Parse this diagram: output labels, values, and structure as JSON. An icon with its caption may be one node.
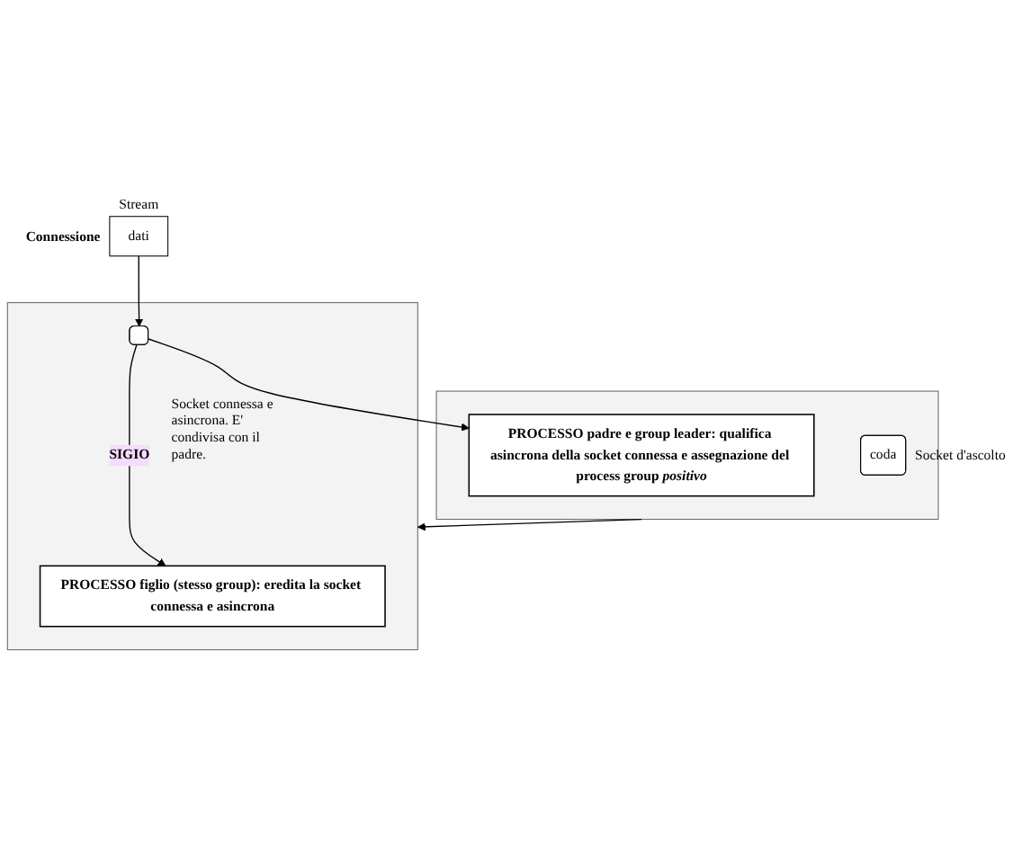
{
  "diagram": {
    "nodes": [
      {
        "text": [],
        "shape": "box"
      },
      {
        "text": [
          "PROCESSO padre e group leader: qualifica asincrona della socket connessa e assegnazione del process group *positivo*"
        ],
        "in": 0
      },
      {
        "text": [
          "coda"
        ],
        "beside": [
          "Socket d'ascolto"
        ],
        "in": 0
      },
      {
        "text": [],
        "shape": "box"
      },
      {
        "text": [
          "PROCESSO figlio (stesso group): eredita la socket connessa e asincrona"
        ],
        "in": 3
      },
      {
        "text": [],
        "shape": "box",
        "in": 3,
        "beside": [
          "Socket connessa e asincrona. E' condivisa con il padre."
        ]
      },
      {
        "text": [
          "dati"
        ],
        "beside": [
          "Stream",
          "Connessione"
        ]
      }
    ],
    "edges": [
      {
        "from": 0,
        "to": 3,
        "arrow": "to"
      },
      {
        "from": 5,
        "to": 1,
        "arrow": "to"
      },
      {
        "from": 5,
        "to": 4,
        "label": "SIGIO",
        "arrow": "to"
      },
      {
        "from": 6,
        "to": 5,
        "arrow": "to"
      }
    ]
  }
}
